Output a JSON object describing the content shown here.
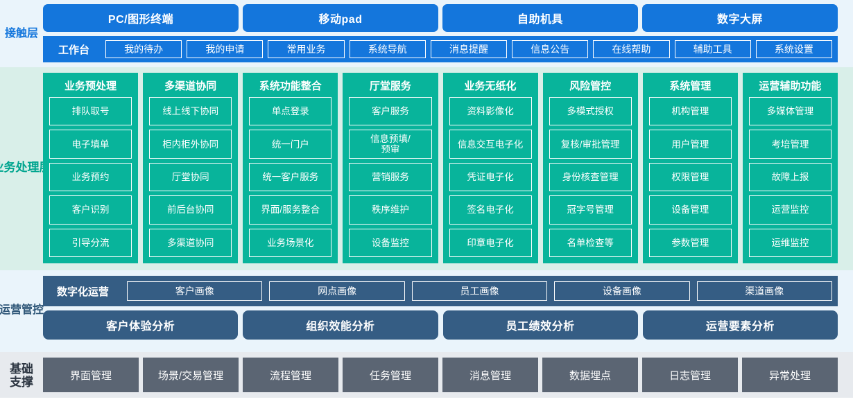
{
  "colors": {
    "contact_blue": "#1476dc",
    "contact_bg": "#eaf4fb",
    "business_teal": "#08b49b",
    "business_bg": "#d9efe9",
    "business_label": "#00a58f",
    "ops_navy": "#355d84",
    "ops_bg": "#eaf4fb",
    "base_gray": "#5b6573",
    "base_bg": "#e7eaee"
  },
  "contact_layer": {
    "label": "接触层",
    "channels": [
      {
        "label": "PC/图形终端"
      },
      {
        "label": "移动pad"
      },
      {
        "label": "自助机具"
      },
      {
        "label": "数字大屏"
      }
    ],
    "workbench_title": "工作台",
    "workbench_items": [
      {
        "label": "我的待办"
      },
      {
        "label": "我的申请"
      },
      {
        "label": "常用业务"
      },
      {
        "label": "系统导航"
      },
      {
        "label": "消息提醒"
      },
      {
        "label": "信息公告"
      },
      {
        "label": "在线帮助"
      },
      {
        "label": "辅助工具"
      },
      {
        "label": "系统设置"
      }
    ]
  },
  "business_layer": {
    "label": "业务处理层",
    "columns": [
      {
        "title": "业务预处理",
        "items": [
          {
            "label": "排队取号"
          },
          {
            "label": "电子填单"
          },
          {
            "label": "业务预约"
          },
          {
            "label": "客户识别"
          },
          {
            "label": "引导分流"
          }
        ]
      },
      {
        "title": "多渠道协同",
        "items": [
          {
            "label": "线上线下协同"
          },
          {
            "label": "柜内柜外协同"
          },
          {
            "label": "厅堂协同"
          },
          {
            "label": "前后台协同"
          },
          {
            "label": "多渠道协同"
          }
        ]
      },
      {
        "title": "系统功能整合",
        "items": [
          {
            "label": "单点登录"
          },
          {
            "label": "统一门户"
          },
          {
            "label": "统一客户服务"
          },
          {
            "label": "界面/服务整合"
          },
          {
            "label": "业务场景化"
          }
        ]
      },
      {
        "title": "厅堂服务",
        "items": [
          {
            "label": "客户服务"
          },
          {
            "label": "信息预填/\n预审"
          },
          {
            "label": "营销服务"
          },
          {
            "label": "秩序维护"
          },
          {
            "label": "设备监控"
          }
        ]
      },
      {
        "title": "业务无纸化",
        "items": [
          {
            "label": "资料影像化"
          },
          {
            "label": "信息交互电子化"
          },
          {
            "label": "凭证电子化"
          },
          {
            "label": "签名电子化"
          },
          {
            "label": "印章电子化"
          }
        ]
      },
      {
        "title": "风险管控",
        "items": [
          {
            "label": "多模式授权"
          },
          {
            "label": "复核/审批管理"
          },
          {
            "label": "身份核查管理"
          },
          {
            "label": "冠字号管理"
          },
          {
            "label": "名单检查等"
          }
        ]
      },
      {
        "title": "系统管理",
        "items": [
          {
            "label": "机构管理"
          },
          {
            "label": "用户管理"
          },
          {
            "label": "权限管理"
          },
          {
            "label": "设备管理"
          },
          {
            "label": "参数管理"
          }
        ]
      },
      {
        "title": "运营辅助功能",
        "items": [
          {
            "label": "多媒体管理"
          },
          {
            "label": "考培管理"
          },
          {
            "label": "故障上报"
          },
          {
            "label": "运营监控"
          },
          {
            "label": "运维监控"
          }
        ]
      }
    ]
  },
  "ops_layer": {
    "label": "运营管控",
    "digital_ops_title": "数字化运营",
    "portraits": [
      {
        "label": "客户画像"
      },
      {
        "label": "网点画像"
      },
      {
        "label": "员工画像"
      },
      {
        "label": "设备画像"
      },
      {
        "label": "渠道画像"
      }
    ],
    "analyses": [
      {
        "label": "客户体验分析"
      },
      {
        "label": "组织效能分析"
      },
      {
        "label": "员工绩效分析"
      },
      {
        "label": "运营要素分析"
      }
    ]
  },
  "base_layer": {
    "label": "基础支撑",
    "items": [
      {
        "label": "界面管理"
      },
      {
        "label": "场景/交易管理"
      },
      {
        "label": "流程管理"
      },
      {
        "label": "任务管理"
      },
      {
        "label": "消息管理"
      },
      {
        "label": "数据埋点"
      },
      {
        "label": "日志管理"
      },
      {
        "label": "异常处理"
      }
    ]
  }
}
